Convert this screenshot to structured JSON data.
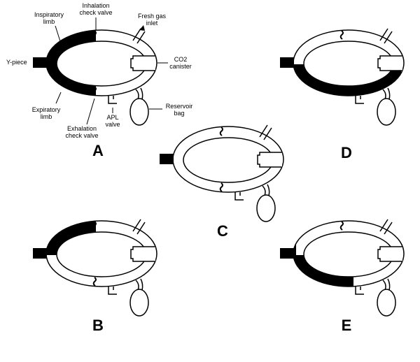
{
  "labels": {
    "inspiratory_limb": [
      "Inspiratory",
      "limb"
    ],
    "inhalation_check_valve": [
      "Inhalation",
      "check valve"
    ],
    "fresh_gas_inlet": [
      "Fresh gas",
      "inlet"
    ],
    "y_piece": "Y-piece",
    "co2_canister": [
      "CO2",
      "canister"
    ],
    "expiratory_limb": [
      "Expiratory",
      "limb"
    ],
    "exhalation_check_valve": [
      "Exhalation",
      "check valve"
    ],
    "apl_valve": [
      "APL",
      "valve"
    ],
    "reservoir_bag": [
      "Reservoir",
      "bag"
    ]
  },
  "panels": [
    {
      "letter": "A",
      "fill": "left-half",
      "labeled": true
    },
    {
      "letter": "B",
      "fill": "upper-left",
      "labeled": false
    },
    {
      "letter": "C",
      "fill": "none",
      "labeled": false
    },
    {
      "letter": "D",
      "fill": "lower",
      "labeled": false
    },
    {
      "letter": "E",
      "fill": "lower-left",
      "labeled": false
    }
  ],
  "colors": {
    "ink": "#000000",
    "paper": "#ffffff"
  }
}
